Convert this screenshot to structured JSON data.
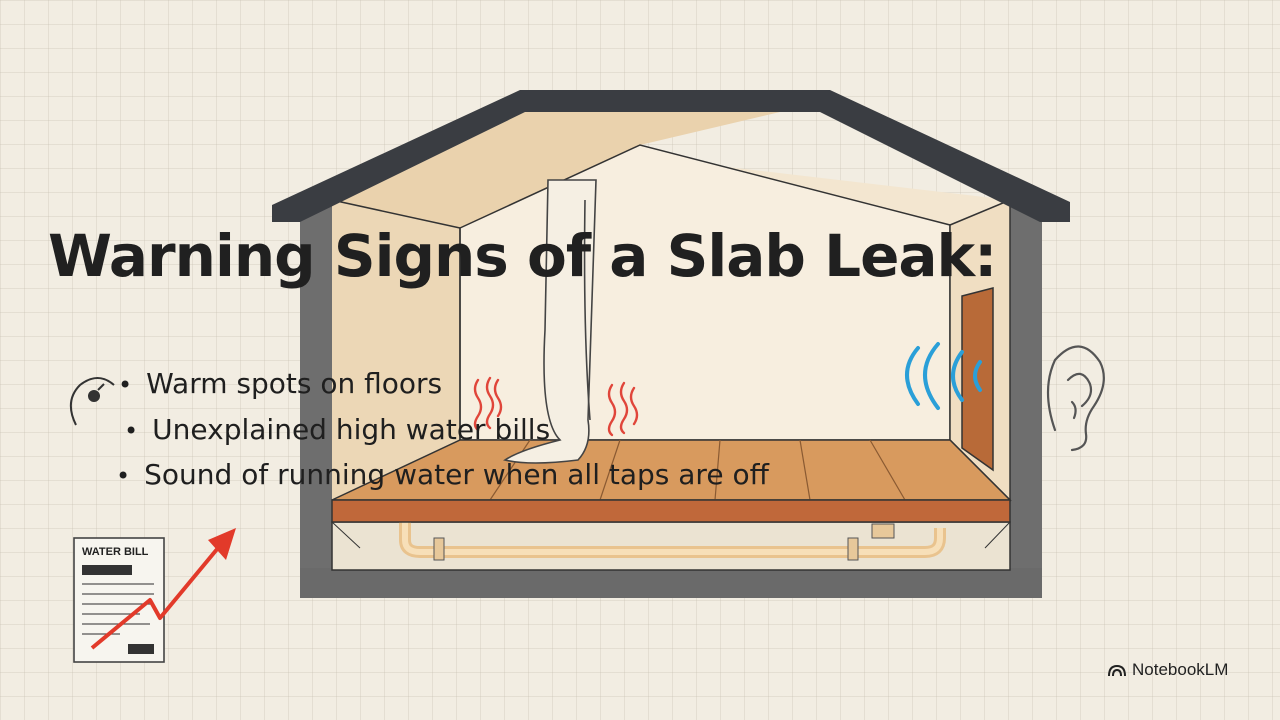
{
  "slide": {
    "title": "Warning Signs of a Slab Leak:",
    "bullets": [
      "Warm spots on floors",
      "Unexplained high water bills",
      "Sound of running water when all taps are off"
    ]
  },
  "water_bill": {
    "label": "WATER BILL"
  },
  "branding": {
    "name": "NotebookLM"
  },
  "colors": {
    "background": "#f2ede2",
    "roof": "#3a3d42",
    "wall": "#6b6b6b",
    "floor": "#c8733c",
    "pipe": "#f0d2a2",
    "heat": "#e0453a",
    "sound": "#2a9fd8",
    "arrow": "#e23a2a"
  },
  "icons": [
    "heat-wave-icon",
    "sound-wave-icon",
    "ear-icon",
    "rising-arrow-icon",
    "notebooklm-logo-icon"
  ]
}
